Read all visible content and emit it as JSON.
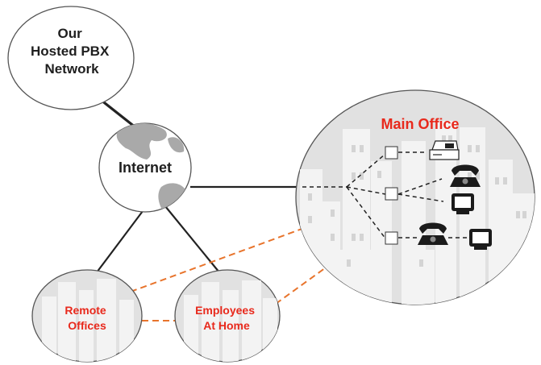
{
  "labels": {
    "pbx": [
      "Our",
      "Hosted PBX",
      "Network"
    ],
    "internet": "Internet",
    "main_office": "Main Office",
    "remote": [
      "Remote",
      "Offices"
    ],
    "employees": [
      "Employees",
      "At Home"
    ]
  },
  "colors": {
    "bubble_fill": "#e1e1e1",
    "bubble_stroke": "#555555",
    "building": "#f3f3f3",
    "solid_link": "#222222",
    "vpn_link": "#e8742c",
    "label_red": "#e8291c",
    "label_dark": "#1f1f1f"
  },
  "icons": {
    "globe": "globe-icon",
    "fax": "fax-machine-icon",
    "phone": "telephone-icon",
    "monitor": "monitor-icon",
    "switch": "network-node-icon"
  }
}
